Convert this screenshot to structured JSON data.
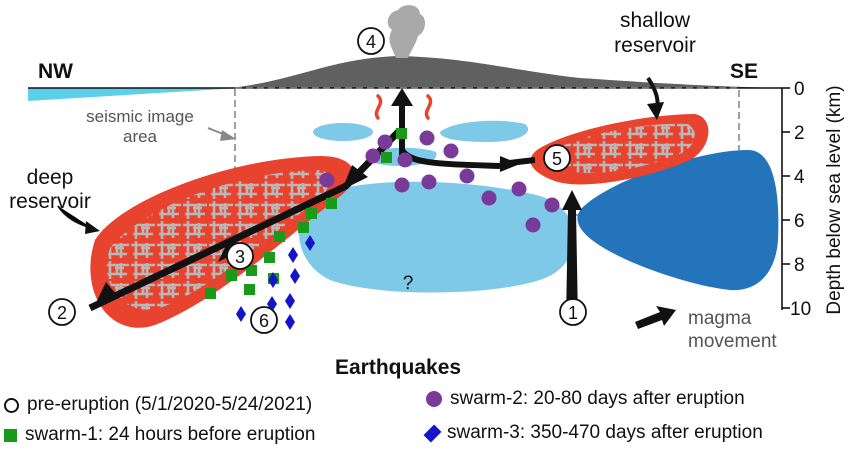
{
  "compass": {
    "left": "NW",
    "right": "SE"
  },
  "axis": {
    "label": "Depth below sea level (km)",
    "ticks": [
      "0",
      "2",
      "4",
      "6",
      "8",
      "10"
    ]
  },
  "labels": {
    "shallow_reservoir": [
      "shallow",
      "reservoir"
    ],
    "deep_reservoir": [
      "deep",
      "reservoir"
    ],
    "seismic_area": [
      "seismic image",
      "area"
    ],
    "unknown": "?",
    "magma_movement": [
      "magma",
      "movement"
    ]
  },
  "steps": [
    "1",
    "2",
    "3",
    "4",
    "5",
    "6"
  ],
  "legend": {
    "title": "Earthquakes",
    "items": [
      {
        "label": "pre-eruption (5/1/2020-5/24/2021)",
        "symbol": "open-circle"
      },
      {
        "label": "swarm-1: 24 hours before eruption",
        "symbol": "green-square"
      },
      {
        "label": "swarm-2: 20-80 days after eruption",
        "symbol": "purple-dot"
      },
      {
        "label": "swarm-3: 350-470 days after eruption",
        "symbol": "blue-diamond"
      }
    ]
  },
  "colors": {
    "magma_red": "#e8432e",
    "light_blue_body": "#7ec8e8",
    "dark_blue_body": "#2374bb",
    "ocean": "#5cd0e8",
    "volcano": "#606060",
    "plume": "#a9a9a9",
    "swarm1": "#1a9a1a",
    "swarm2": "#7a3a9a",
    "swarm3": "#1414c8"
  }
}
